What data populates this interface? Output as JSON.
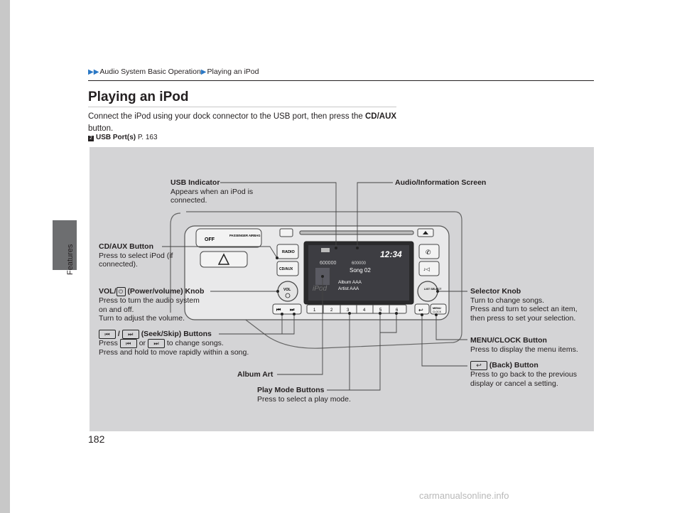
{
  "breadcrumb": {
    "part1": "Audio System Basic Operation",
    "part2": "Playing an iPod"
  },
  "page": {
    "title": "Playing an iPod",
    "number": "182",
    "section": "Features"
  },
  "intro": {
    "text1": "Connect the iPod using your dock connector to the USB port, then press the ",
    "button": "CD/AUX",
    "text2": " button."
  },
  "reference": {
    "label": "USB Port(s)",
    "page": "P. 163"
  },
  "device": {
    "airbag_off": "OFF",
    "airbag_label": "PASSENGER AIRBAG",
    "radio": "RADIO",
    "cdaux": "CD/AUX",
    "vol": "VOL",
    "list_select": "LIST SELECT",
    "menu": "MENU",
    "clock": "CLOCK",
    "presets": [
      "1",
      "2",
      "3",
      "4",
      "5",
      "6"
    ],
    "screen": {
      "time": "12:34",
      "track_num": "600000",
      "track_total": "600000",
      "song": "Song 02",
      "album": "Album AAA",
      "artist": "Artist AAA",
      "ipod": "iPod"
    }
  },
  "callouts": {
    "usb_title": "USB Indicator",
    "usb_body1": "Appears when an iPod is",
    "usb_body2": "connected.",
    "screen_title": "Audio/Information Screen",
    "cdaux_title": "CD/AUX Button",
    "cdaux_body1": "Press to select iPod (if",
    "cdaux_body2": "connected).",
    "vol_title1": "VOL/",
    "vol_title2": " (Power/volume) Knob",
    "vol_body1": "Press to turn the audio system",
    "vol_body2": "on and off.",
    "vol_body3": "Turn to adjust the volume.",
    "seek_sep": "/",
    "seek_title": "(Seek/Skip) Buttons",
    "seek_body1a": "Press",
    "seek_body1b": "or",
    "seek_body1c": "to change songs.",
    "seek_body2": "Press and hold to move rapidly within a song.",
    "album_title": "Album Art",
    "play_title": "Play Mode Buttons",
    "play_body": "Press to select a play mode.",
    "selector_title": "Selector Knob",
    "selector_body1": "Turn to change songs.",
    "selector_body2": "Press and turn to select an item,",
    "selector_body3": "then press to set your selection.",
    "menu_title": "MENU/CLOCK Button",
    "menu_body": "Press to display the menu items.",
    "back_title": "(Back) Button",
    "back_body1": "Press to go back to the previous",
    "back_body2": "display or cancel a setting."
  },
  "watermark": "carmanualsonline.info"
}
